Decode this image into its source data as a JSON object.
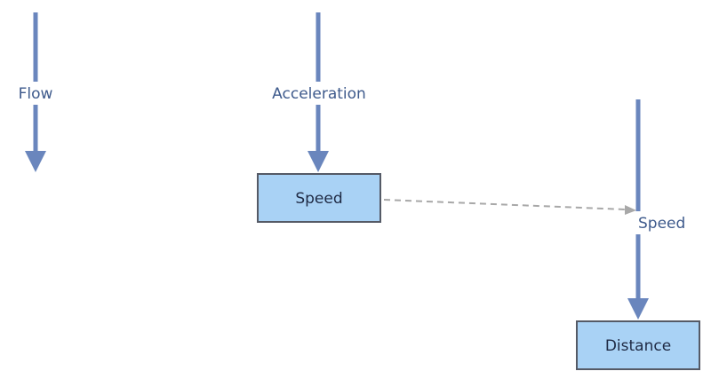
{
  "flow_arrows": {
    "flow": {
      "label": "Flow"
    },
    "acceleration": {
      "label": "Acceleration"
    },
    "speed_flow": {
      "label": "Speed"
    }
  },
  "stocks": {
    "speed": {
      "label": "Speed"
    },
    "distance": {
      "label": "Distance"
    }
  },
  "colors": {
    "flow_arrow": "#6a86bd",
    "stock_fill": "#a9d2f5",
    "stock_border": "#555a66",
    "label_text": "#3e5a8c",
    "dashed_link": "#a8a8a8"
  }
}
